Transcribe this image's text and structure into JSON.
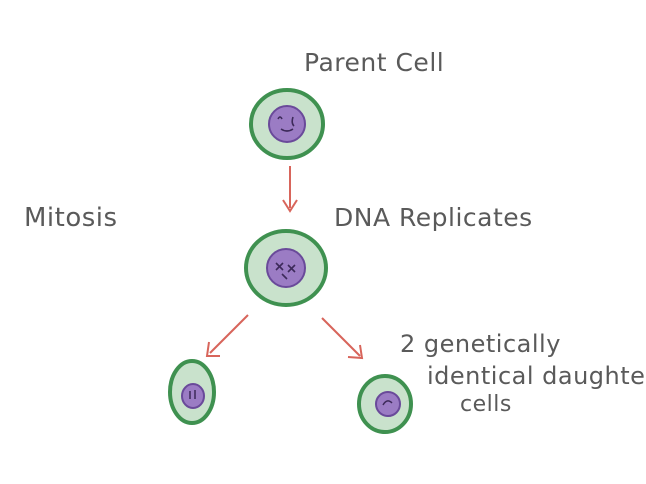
{
  "diagram": {
    "top_label": "Parent Cell",
    "process_label": "Mitosis",
    "middle_label": "DNA Replicates",
    "result_lines": [
      "2 genetically",
      "identical daughter",
      "cells"
    ]
  },
  "colors": {
    "text": "#5a5a5a",
    "membrane": "#3f9150",
    "cytoplasm": "#c9e2cc",
    "nucleus": "#9b7cc4",
    "nucleus_outline": "#6a4a9a",
    "arrow": "#d8655b"
  },
  "icons": {
    "cell": "cell-icon",
    "arrow": "arrow-icon"
  }
}
